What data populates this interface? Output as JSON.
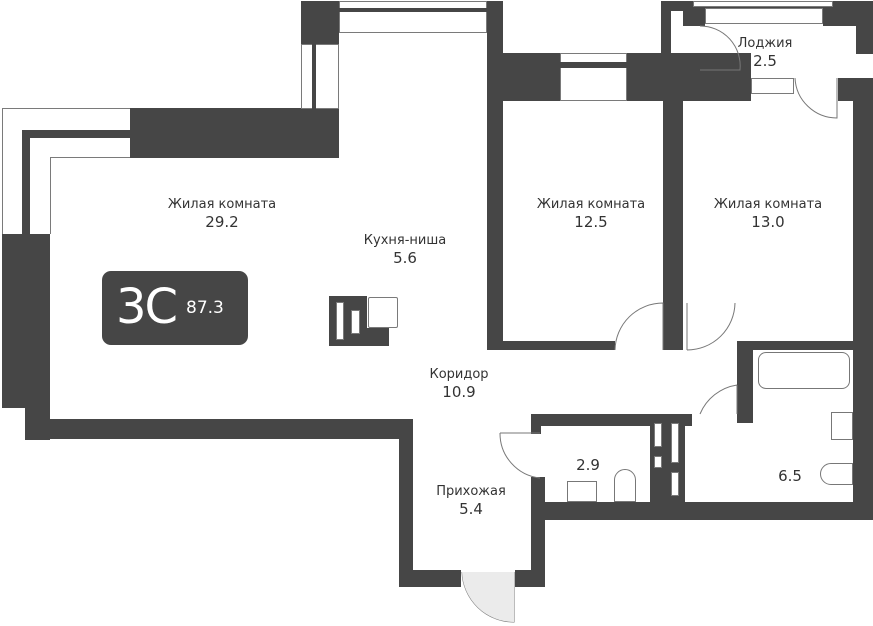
{
  "apartment": {
    "type_code": "3С",
    "total_area": "87.3",
    "colors": {
      "wall": "#464646",
      "background": "#ffffff",
      "text": "#333333",
      "badge_text": "#ffffff"
    }
  },
  "rooms": [
    {
      "id": "living-1",
      "name": "Жилая комната",
      "area": "29.2"
    },
    {
      "id": "kitchen",
      "name": "Кухня-ниша",
      "area": "5.6"
    },
    {
      "id": "living-2",
      "name": "Жилая комната",
      "area": "12.5"
    },
    {
      "id": "living-3",
      "name": "Жилая комната",
      "area": "13.0"
    },
    {
      "id": "loggia",
      "name": "Лоджия",
      "area": "2.5"
    },
    {
      "id": "corridor",
      "name": "Коридор",
      "area": "10.9"
    },
    {
      "id": "hallway",
      "name": "Прихожая",
      "area": "5.4"
    },
    {
      "id": "wc",
      "name": "",
      "area": "2.9"
    },
    {
      "id": "bathroom",
      "name": "",
      "area": "6.5"
    }
  ]
}
